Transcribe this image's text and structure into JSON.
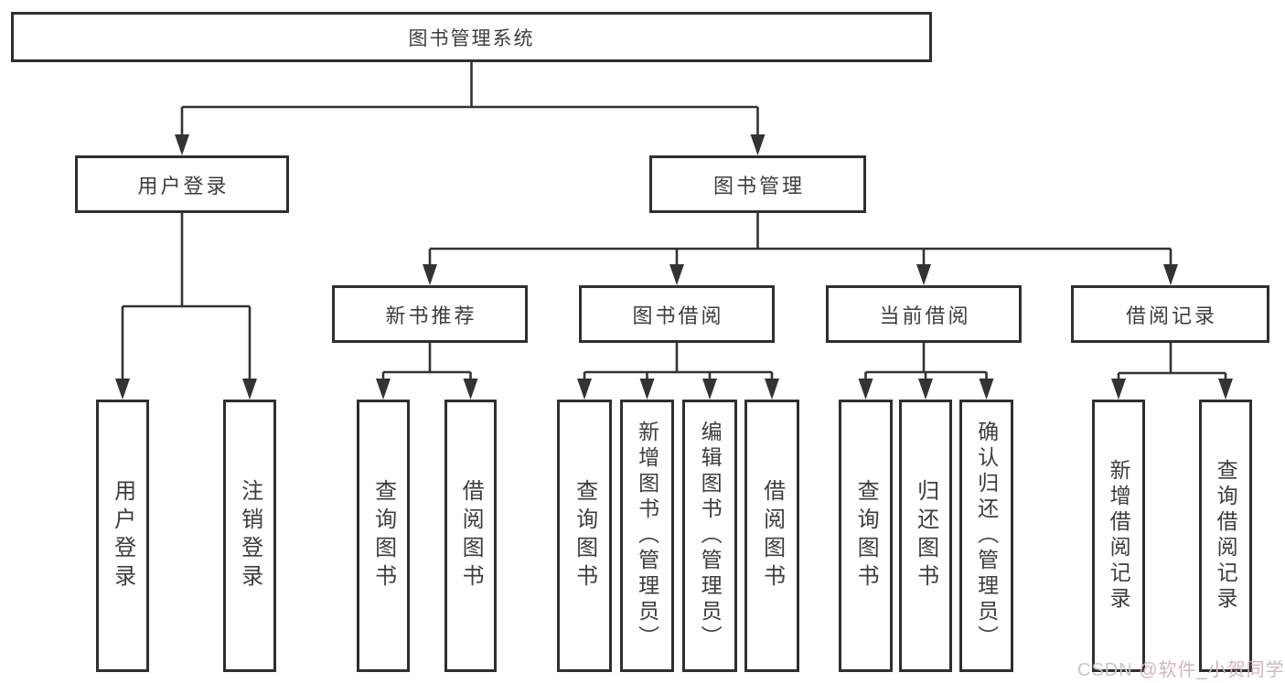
{
  "diagram": {
    "root": {
      "label": "图书管理系统"
    },
    "level1": [
      {
        "label": "用户登录"
      },
      {
        "label": "图书管理"
      }
    ],
    "level2": [
      {
        "label": "新书推荐"
      },
      {
        "label": "图书借阅"
      },
      {
        "label": "当前借阅"
      },
      {
        "label": "借阅记录"
      }
    ],
    "leaves": {
      "user_login": [
        {
          "label": "用户登录"
        },
        {
          "label": "注销登录"
        }
      ],
      "new_book": [
        {
          "label": "查询图书"
        },
        {
          "label": "借阅图书"
        }
      ],
      "book_borrow": [
        {
          "label": "查询图书"
        },
        {
          "label": "新增图书（管理员）"
        },
        {
          "label": "编辑图书（管理员）"
        },
        {
          "label": "借阅图书"
        }
      ],
      "current_borrow": [
        {
          "label": "查询图书"
        },
        {
          "label": "归还图书"
        },
        {
          "label": "确认归还（管理员）"
        }
      ],
      "borrow_records": [
        {
          "label": "新增借阅记录"
        },
        {
          "label": "查询借阅记录"
        }
      ]
    }
  },
  "watermark": {
    "prefix": "CSDN ",
    "handle": "@软件_小贺同学"
  },
  "colors": {
    "background": "#ffffff",
    "connector_line": "#333333",
    "box_border": "#2f2f2f",
    "text": "#3d3d3d",
    "watermark_gray": "#c7c7c7",
    "watermark_red": "#d2b6b6"
  }
}
